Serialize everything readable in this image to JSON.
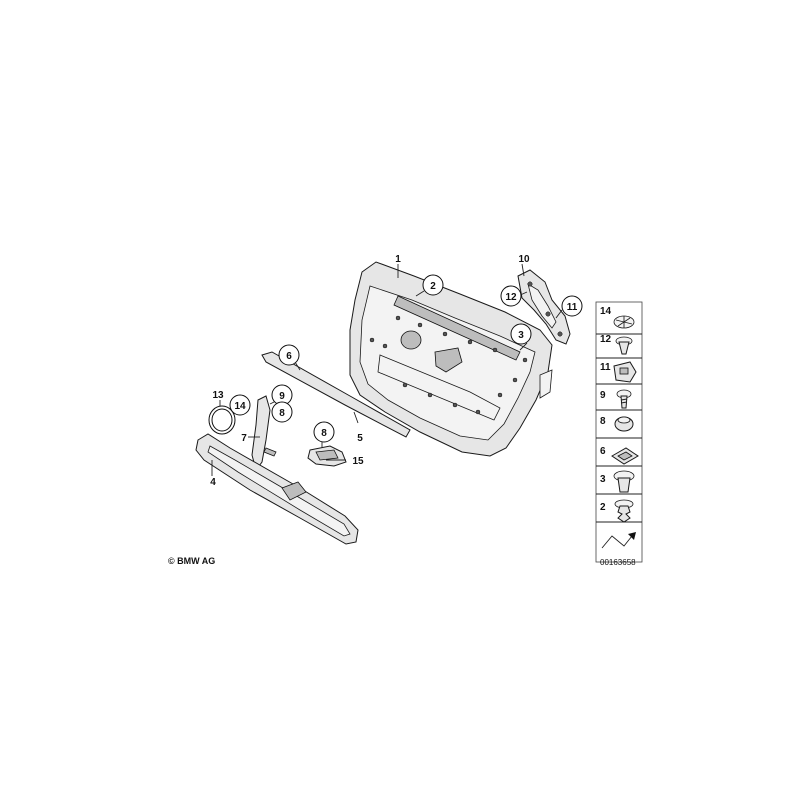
{
  "diagram": {
    "callouts": {
      "c1": "1",
      "c2": "2",
      "c3": "3",
      "c4": "4",
      "c5": "5",
      "c6": "6",
      "c7": "7",
      "c8a": "8",
      "c8b": "8",
      "c9": "9",
      "c10": "10",
      "c11": "11",
      "c12": "12",
      "c13": "13",
      "c14": "14",
      "c15": "15"
    },
    "legend": [
      "14",
      "12",
      "11",
      "9",
      "8",
      "6",
      "3",
      "2"
    ],
    "copyright": "© BMW AG",
    "drawing_id": "00163658"
  }
}
